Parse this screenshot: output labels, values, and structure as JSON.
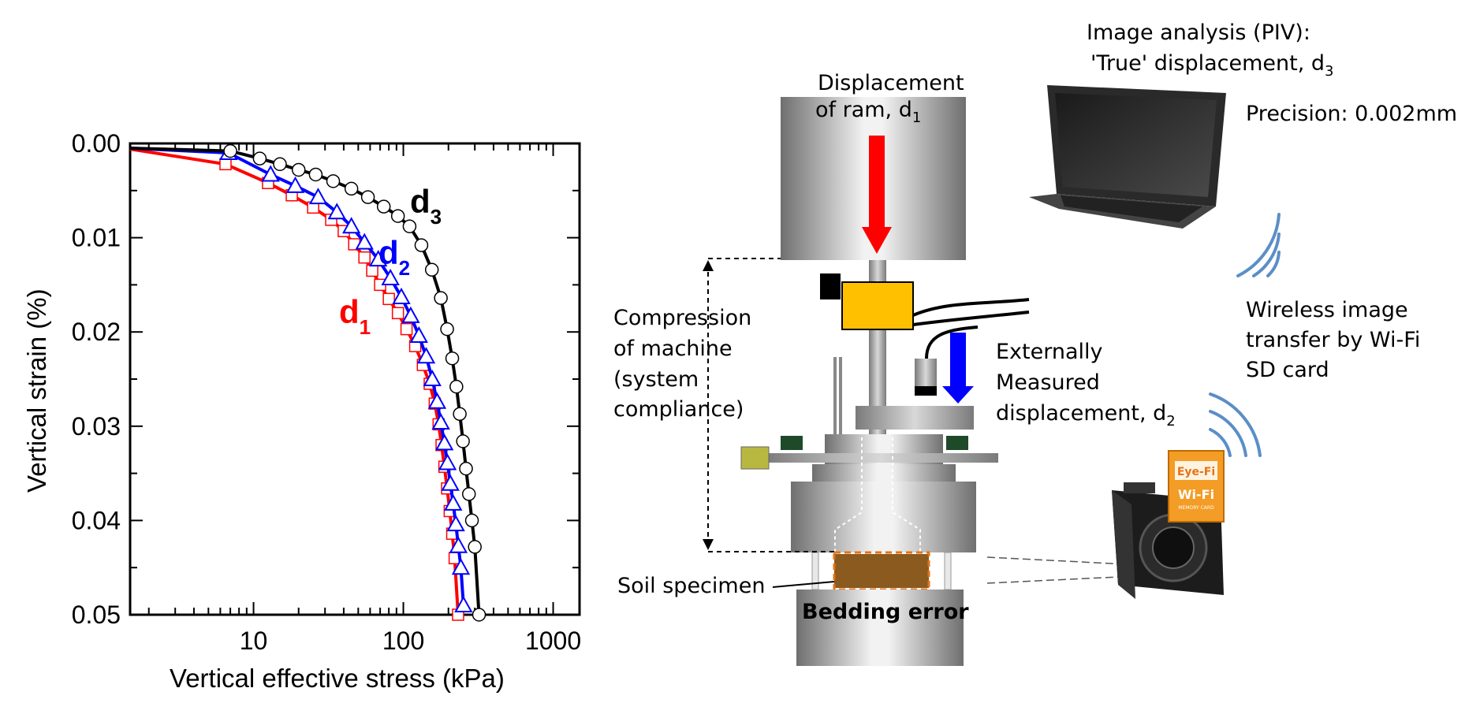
{
  "chart_data": {
    "type": "line",
    "xlabel": "Vertical effective stress (kPa)",
    "ylabel": "Vertical strain (%)",
    "xscale": "log",
    "xlim": [
      1.5,
      1500
    ],
    "ylim": [
      0.05,
      0.0
    ],
    "x_ticks": [
      "10",
      "100",
      "1000"
    ],
    "y_ticks": [
      "0.00",
      "0.01",
      "0.02",
      "0.03",
      "0.04",
      "0.05"
    ],
    "series": [
      {
        "name": "d1",
        "label_main": "d",
        "label_sub": "1",
        "color": "#ff0000",
        "marker": "square",
        "x": [
          1.5,
          6.5,
          12.5,
          18,
          25,
          33,
          40,
          47,
          55,
          62,
          70,
          80,
          92,
          105,
          120,
          135,
          150,
          162,
          172,
          180,
          188,
          196,
          204,
          212,
          220,
          232
        ],
        "y": [
          0.0006,
          0.0022,
          0.0042,
          0.0055,
          0.0068,
          0.0081,
          0.0093,
          0.0107,
          0.0121,
          0.0135,
          0.015,
          0.0165,
          0.018,
          0.0197,
          0.0215,
          0.0235,
          0.0255,
          0.0276,
          0.0298,
          0.032,
          0.0343,
          0.0366,
          0.039,
          0.0414,
          0.044,
          0.05
        ]
      },
      {
        "name": "d2",
        "label_main": "d",
        "label_sub": "2",
        "color": "#0000ff",
        "marker": "triangle",
        "x": [
          1.5,
          6.8,
          13,
          19,
          27,
          36,
          45,
          55,
          68,
          82,
          97,
          112,
          127,
          142,
          156,
          168,
          178,
          188,
          197,
          206,
          215,
          224,
          233,
          242,
          252
        ],
        "y": [
          0.0005,
          0.001,
          0.0033,
          0.0045,
          0.0057,
          0.0073,
          0.0088,
          0.0105,
          0.0123,
          0.0143,
          0.0163,
          0.0183,
          0.0204,
          0.0226,
          0.025,
          0.0274,
          0.0296,
          0.0318,
          0.0339,
          0.0361,
          0.0382,
          0.0404,
          0.0427,
          0.045,
          0.049
        ]
      },
      {
        "name": "d3",
        "label_main": "d",
        "label_sub": "3",
        "color": "#000000",
        "marker": "circle",
        "x": [
          1.5,
          7,
          11,
          15,
          20,
          26,
          34,
          45,
          58,
          74,
          92,
          110,
          132,
          155,
          178,
          196,
          212,
          226,
          238,
          250,
          262,
          274,
          287,
          300,
          320
        ],
        "y": [
          0.0005,
          0.0008,
          0.0016,
          0.0022,
          0.0028,
          0.0033,
          0.004,
          0.0048,
          0.0057,
          0.0067,
          0.0077,
          0.0088,
          0.0108,
          0.0134,
          0.0164,
          0.0197,
          0.0228,
          0.0258,
          0.0287,
          0.0316,
          0.0345,
          0.0372,
          0.04,
          0.0428,
          0.05
        ]
      }
    ]
  },
  "diagram": {
    "ram_label_line1": "Displacement",
    "ram_label_line2": "of ram, d",
    "ram_label_sub": "1",
    "compression_line1": "Compression",
    "compression_line2": "of machine",
    "compression_line3": "(system",
    "compression_line4": "compliance)",
    "external_line1": "Externally",
    "external_line2": "Measured",
    "external_line3": "displacement, d",
    "external_sub": "2",
    "piv_line1": "Image analysis (PIV):",
    "piv_line2": "'True' displacement, d",
    "piv_sub": "3",
    "precision": "Precision: 0.002mm",
    "wireless_line1": "Wireless image",
    "wireless_line2": "transfer by Wi-Fi",
    "wireless_line3": "SD card",
    "soil_specimen": "Soil specimen",
    "bedding_error": "Bedding error",
    "card_brand": "Eye-Fi",
    "card_wifi": "Wi-Fi",
    "card_small": "MEMORY CARD",
    "colors": {
      "red": "#ff0000",
      "blue": "#0000ff",
      "orange": "#e67316",
      "yellow_block": "#ffc000",
      "soil": "#8b5a1e",
      "wifi_arc": "#5b8ec7"
    }
  }
}
